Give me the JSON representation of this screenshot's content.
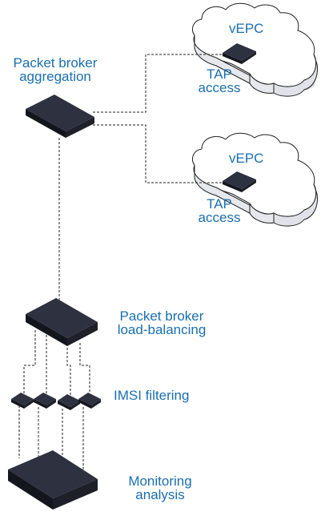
{
  "clouds": [
    {
      "label": "vEPC",
      "tap": [
        "TAP",
        "access"
      ]
    },
    {
      "label": "vEPC",
      "tap": [
        "TAP",
        "access"
      ]
    }
  ],
  "aggregation": {
    "lines": [
      "Packet broker",
      "aggregation"
    ]
  },
  "load_balancing": {
    "lines": [
      "Packet broker",
      "load-balancing"
    ]
  },
  "imsi": {
    "label": "IMSI filtering"
  },
  "monitoring": {
    "lines": [
      "Monitoring",
      "analysis"
    ]
  },
  "colors": {
    "label": "#1a6fb0",
    "device_top": "#2e3140",
    "device_side": "#1b1d27",
    "cloud_fill": "#ffffff",
    "cloud_shadow": "#e4e6ec",
    "cloud_outline": "#202020",
    "line": "#202020"
  }
}
